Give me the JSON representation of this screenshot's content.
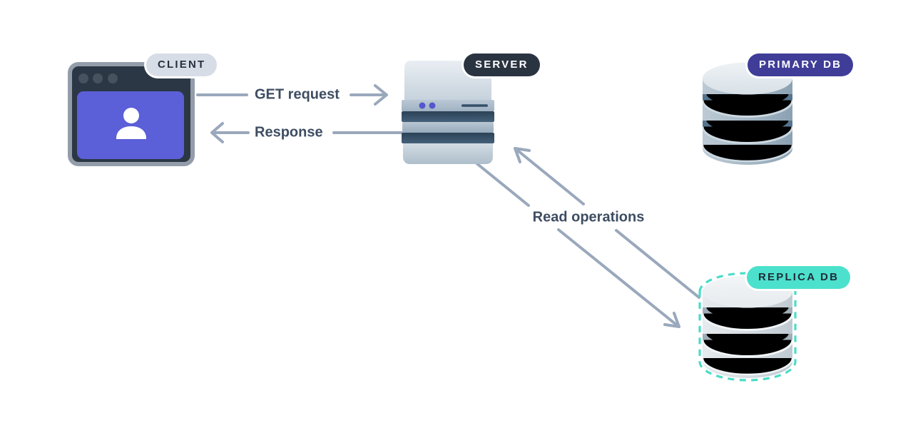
{
  "nodes": {
    "client": {
      "label": "CLIENT",
      "badge_bg": "#d6dde6",
      "badge_text": "#26303e"
    },
    "server": {
      "label": "SERVER",
      "badge_bg": "#2a3441",
      "badge_text": "#ffffff"
    },
    "primary_db": {
      "label": "PRIMARY DB",
      "badge_bg": "#3f3d98",
      "badge_text": "#ffffff"
    },
    "replica_db": {
      "label": "REPLICA DB",
      "badge_bg": "#4ce1cc",
      "badge_text": "#1f2b3a",
      "highlight_border": "#4fe0cb"
    }
  },
  "edges": {
    "get_request": {
      "label": "GET request",
      "from": "client",
      "to": "server",
      "direction": "right"
    },
    "response": {
      "label": "Response",
      "from": "server",
      "to": "client",
      "direction": "left"
    },
    "read_operations": {
      "label": "Read operations",
      "from": "server",
      "to": "replica_db",
      "direction": "bidirectional"
    }
  },
  "colors": {
    "background": "#ffffff",
    "arrow": "#9aa8bc",
    "edge_label_text": "#3e4d62",
    "client_window_frame": "#939daa",
    "client_window": "#2b3744",
    "client_screen": "#5b5fd8",
    "server_dark_band": "#2c4256",
    "server_light_band": "#b3c1ce",
    "server_led": "#5457ce",
    "primary_db_body": "#a3b6c4",
    "primary_db_groove": "#56748e",
    "replica_db_body": "#d3dae0",
    "replica_db_dash": "#4bdcc7"
  }
}
